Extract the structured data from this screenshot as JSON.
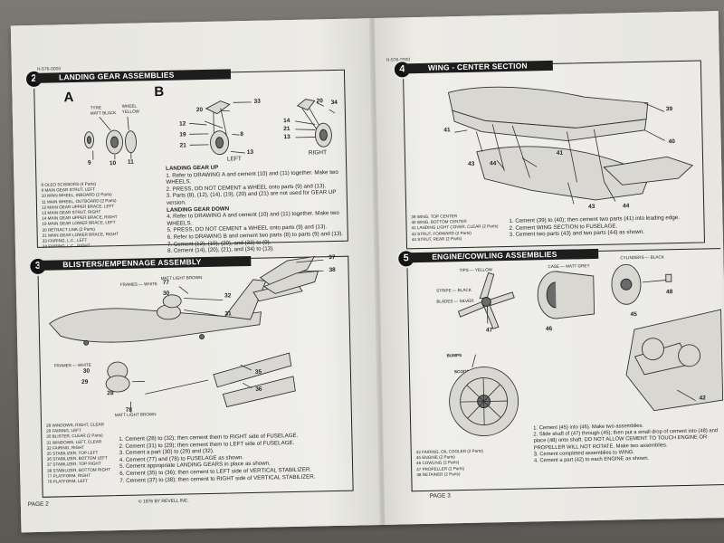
{
  "left": {
    "code": "H-576-0000",
    "page": "PAGE 2",
    "copyright": "© 1976 BY REVELL INC.",
    "s2": {
      "num": "2",
      "title": "LANDING GEAR ASSEMBLIES",
      "drawA": "A",
      "drawB": "B",
      "c_tire": "TYRE",
      "c_tire2": "MATT BLACK",
      "c_wheel": "WHEEL",
      "c_wheel2": "YELLOW",
      "n9": "9",
      "n10": "10",
      "n11": "11",
      "n33": "33",
      "n20": "20",
      "n12": "12",
      "n19": "19",
      "n21": "21",
      "n8": "8",
      "n13": "13",
      "left": "LEFT",
      "r20": "20",
      "r34": "34",
      "r14": "14",
      "r21": "21",
      "r13": "13",
      "right": "RIGHT",
      "parts": [
        "8  OLEO SCISSORS (4 Parts)",
        "9  MAIN GEAR STRUT, LEFT",
        "10  MAIN WHEEL, INBOARD (2 Parts)",
        "11  MAIN WHEEL, OUTBOARD (2 Parts)",
        "12  MAIN GEAR UPPER BRACE, LEFT",
        "13  MAIN GEAR STRUT, RIGHT",
        "14  MAIN GEAR UPPER BRACE, RIGHT",
        "19  MAIN GEAR LOWER BRACE, LEFT",
        "20  RETRACT LINK (2 Parts)",
        "21  MAIN GEAR LOWER BRACE, RIGHT",
        "33  FAIRING, L.C., LEFT",
        "34  FAIRING, L.C., RIGHT"
      ],
      "upHead": "LANDING GEAR UP",
      "downHead": "LANDING GEAR DOWN",
      "steps": [
        "1.  Refer to DRAWING A and cement (10) and (11) together. Make two WHEELS.",
        "2.  PRESS, DO NOT CEMENT a WHEEL onto parts (9) and (13).",
        "3.  Parts (8), (12), (14), (19), (20) and (21) are not used for GEAR UP version.",
        "4.  Refer to DRAWING A and cement (10) and (11) together. Make two WHEELS.",
        "5.  PRESS, DO NOT CEMENT a WHEEL onto parts (9) and (13).",
        "6.  Refer to DRAWING B and cement two parts (8) to parts (9) and (13).",
        "7.  Cement (12), (19), (20), and (33) to (9).",
        "8.  Cement (14), (20), (21), and (34) to (13)."
      ]
    },
    "s3": {
      "num": "3",
      "title": "BLISTERS/EMPENNAGE ASSEMBLY",
      "c_frames": "FRAMES — WHITE",
      "c_brown": "MATT LIGHT BROWN",
      "c_frames2": "FRAMES — WHITE",
      "c_brown2": "MATT LIGHT BROWN",
      "n77": "77",
      "n30": "30",
      "n32": "32",
      "n31": "31",
      "n37": "37",
      "n38": "38",
      "n30b": "30",
      "n29": "29",
      "n28": "28",
      "n35": "35",
      "n36": "36",
      "n78": "78",
      "parts": [
        "28  WINDOWS, RIGHT, CLEAR",
        "29  FAIRING, LEFT",
        "30  BLISTER, CLEAR (2 Parts)",
        "31  WINDOWS, LEFT, CLEAR",
        "32  FAIRING, RIGHT",
        "35  STABILIZER, TOP LEFT",
        "36  STABILIZER, BOTTOM LEFT",
        "37  STABILIZER, TOP RIGHT",
        "38  STABILIZER, BOTTOM RIGHT",
        "77  PLATFORM, RIGHT",
        "78  PLATFORM, LEFT",
        ""
      ],
      "steps": [
        "1.  Cement (28) to (32); then cement them to RIGHT side of FUSELAGE.",
        "2.  Cement (31) to (29); then cement them to LEFT side of FUSELAGE.",
        "3.  Cement a part (30) to (29) and (32).",
        "4.  Cement (77) and (78) to FUSELAGE as shown.",
        "5.  Cement appropriate LANDING GEARS in place as shown.",
        "6.  Cement (35) to (36); then cement to LEFT side of VERTICAL STABILIZER.",
        "7.  Cement (37) to (38); then cement to RIGHT side of VERTICAL STABILIZER."
      ]
    }
  },
  "right": {
    "code": "H-576-0000",
    "page": "PAGE 3",
    "s4": {
      "num": "4",
      "title": "WING - CENTER SECTION",
      "n39": "39",
      "n41a": "41",
      "n41b": "41",
      "n40": "40",
      "n43a": "43",
      "n44a": "44",
      "n43b": "43",
      "n44b": "44",
      "parts": [
        "39  WING, TOP CENTER",
        "40  WING, BOTTOM CENTER",
        "41  LANDING LIGHT COVER, CLEAR (2 Parts)",
        "43  STRUT, FORWARD (2 Parts)",
        "44  STRUT, REAR (2 Parts)"
      ],
      "steps": [
        "1.  Cement (39) to (40); then cement two parts (41) into leading edge.",
        "2.  Cement WING SECTION to FUSELAGE.",
        "3.  Cement two parts (43) and two parts (44) as shown."
      ]
    },
    "s5": {
      "num": "5",
      "title": "ENGINE/COWLING ASSEMBLIES",
      "c_tips": "TIPS — YELLOW",
      "c_stripe": "STRIPE — BLACK",
      "c_blades": "BLADES — SILVER",
      "c_case": "CASE — MATT GREY",
      "c_cyl": "CYLINDERS — BLACK",
      "c_bumps": "BUMPS",
      "c_scoop": "SCOOP",
      "n47": "47",
      "n46": "46",
      "n45": "45",
      "n48": "48",
      "n42": "42",
      "parts": [
        "42  FAIRING, OIL COOLER (2 Parts)",
        "45  ENGINE (2 Parts)",
        "46  COWLING (2 Parts)",
        "47  PROPELLER (2 Parts)",
        "48  RETAINER (2 Parts)",
        "",
        ""
      ],
      "steps": [
        "1.  Cement (45) into (46). Make two assemblies.",
        "2.  Slide shaft of (47) through (45); then put a small drop of cement into (48) and place (48) onto shaft. DO NOT ALLOW CEMENT TO TOUCH ENGINE OR PROPELLER WILL NOT ROTATE. Make two assemblies.",
        "3.  Cement completed assemblies to WING.",
        "4.  Cement a part (42) to each ENGINE as shown."
      ]
    }
  }
}
